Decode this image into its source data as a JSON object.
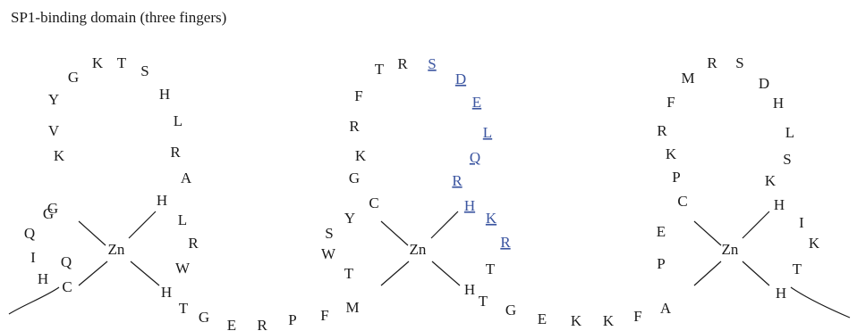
{
  "title": "SP1-binding domain (three fingers)",
  "highlight_color": "#3b55a0",
  "zinc_label": "Zn",
  "fingers": [
    {
      "name": "finger-1",
      "highlighted": [],
      "residues": [
        "Q",
        "I",
        "H",
        "G",
        "C",
        "Q",
        "G",
        "K",
        "V",
        "Y",
        "G",
        "K",
        "T",
        "S",
        "H",
        "L",
        "R",
        "A",
        "H",
        "L",
        "R",
        "W",
        "H"
      ]
    },
    {
      "name": "finger-2",
      "highlighted": [
        12,
        13,
        14,
        15,
        16,
        17,
        18,
        19,
        20
      ],
      "residues": [
        "S",
        "W",
        "Y",
        "T",
        "C",
        "M",
        "G",
        "K",
        "R",
        "F",
        "T",
        "R",
        "S",
        "D",
        "E",
        "L",
        "Q",
        "R",
        "H",
        "K",
        "R",
        "T",
        "H"
      ]
    },
    {
      "name": "finger-3",
      "highlighted": [],
      "residues": [
        "E",
        "P",
        "C",
        "A",
        "P",
        "K",
        "R",
        "F",
        "M",
        "R",
        "S",
        "D",
        "H",
        "L",
        "S",
        "K",
        "H",
        "I",
        "K",
        "T",
        "H"
      ]
    }
  ],
  "linkers": [
    {
      "name": "linker-1-2",
      "residues": [
        "T",
        "G",
        "E",
        "R",
        "P",
        "F"
      ]
    },
    {
      "name": "linker-2-3",
      "residues": [
        "T",
        "G",
        "E",
        "K",
        "K",
        "F"
      ]
    }
  ]
}
